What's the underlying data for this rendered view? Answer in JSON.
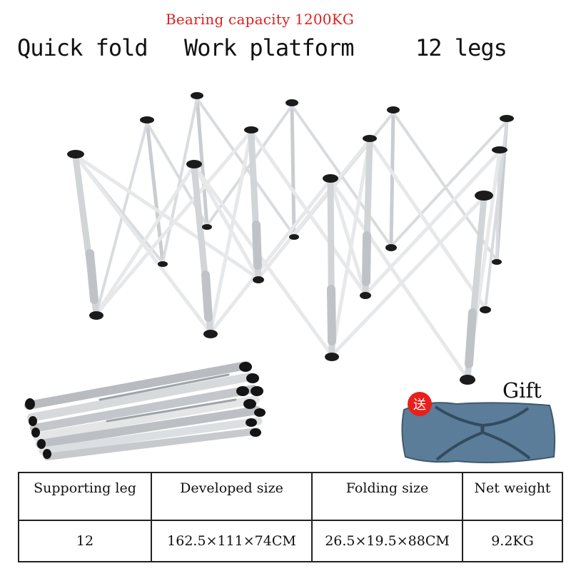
{
  "banner": {
    "capacity": "Bearing capacity 1200KG",
    "headline": [
      "Quick fold",
      "Work platform",
      "12 legs"
    ]
  },
  "gift": {
    "label": "Gift",
    "badge": "送",
    "badge_color": "#e8201c",
    "bag_color": "#5b7d99"
  },
  "frame_color": "#e6e8ea",
  "spec_table": {
    "headers": [
      "Supporting leg",
      "Developed size",
      "Folding size",
      "Net weight"
    ],
    "values": [
      "12",
      "162.5×111×74CM",
      "26.5×19.5×88CM",
      "9.2KG"
    ]
  }
}
